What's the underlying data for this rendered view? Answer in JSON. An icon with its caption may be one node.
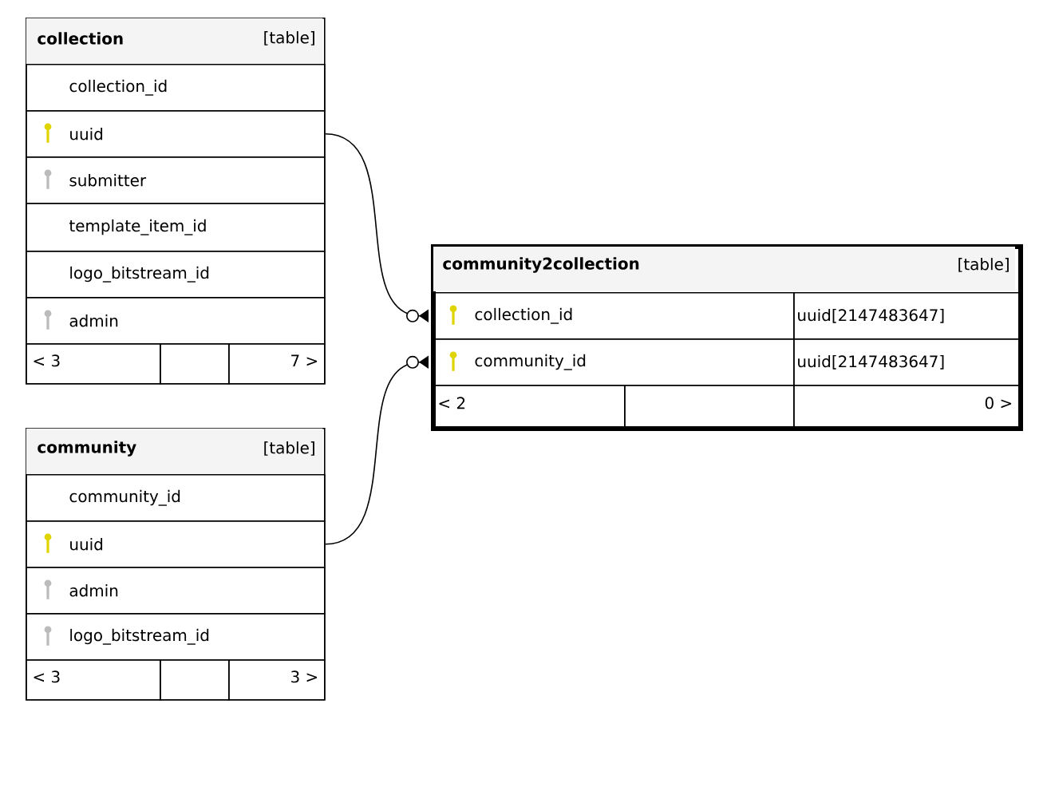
{
  "diagram": {
    "nodes": [
      {
        "text": [
          "collection",
          "[table]"
        ]
      },
      {
        "text": [
          "collection_id"
        ],
        "in": 0
      },
      {
        "text": [
          "uuid"
        ],
        "in": 0
      },
      {
        "text": [
          "submitter"
        ],
        "in": 0
      },
      {
        "text": [
          "template_item_id"
        ],
        "in": 0
      },
      {
        "text": [
          "logo_bitstream_id"
        ],
        "in": 0
      },
      {
        "text": [
          "admin"
        ],
        "in": 0
      },
      {
        "text": [
          "< 3"
        ],
        "in": 0
      },
      {
        "text": [],
        "shape": "box",
        "in": 0
      },
      {
        "text": [
          "7 >"
        ],
        "in": 0
      },
      {
        "text": [
          "community2collection",
          "[table]"
        ]
      },
      {
        "text": [
          "collection_id"
        ],
        "in": 10
      },
      {
        "text": [
          "uuid[2147483647]"
        ],
        "in": 10
      },
      {
        "text": [
          "community_id"
        ],
        "in": 10
      },
      {
        "text": [
          "uuid[2147483647]"
        ],
        "in": 10
      },
      {
        "text": [
          "< 2"
        ],
        "in": 10
      },
      {
        "text": [],
        "shape": "box",
        "in": 10
      },
      {
        "text": [
          "0 >"
        ],
        "in": 10
      },
      {
        "text": [
          "community",
          "[table]"
        ]
      },
      {
        "text": [
          "community_id"
        ],
        "in": 18
      },
      {
        "text": [
          "uuid"
        ],
        "in": 18
      },
      {
        "text": [
          "admin"
        ],
        "in": 18
      },
      {
        "text": [
          "logo_bitstream_id"
        ],
        "in": 18
      },
      {
        "text": [
          "< 3"
        ],
        "in": 18
      },
      {
        "text": [],
        "shape": "box",
        "in": 18
      },
      {
        "text": [
          "3 >"
        ],
        "in": 18
      }
    ],
    "edges": [
      {
        "from": 2,
        "to": 11,
        "arrow": "other"
      },
      {
        "from": 20,
        "to": 13,
        "arrow": "other"
      }
    ]
  }
}
